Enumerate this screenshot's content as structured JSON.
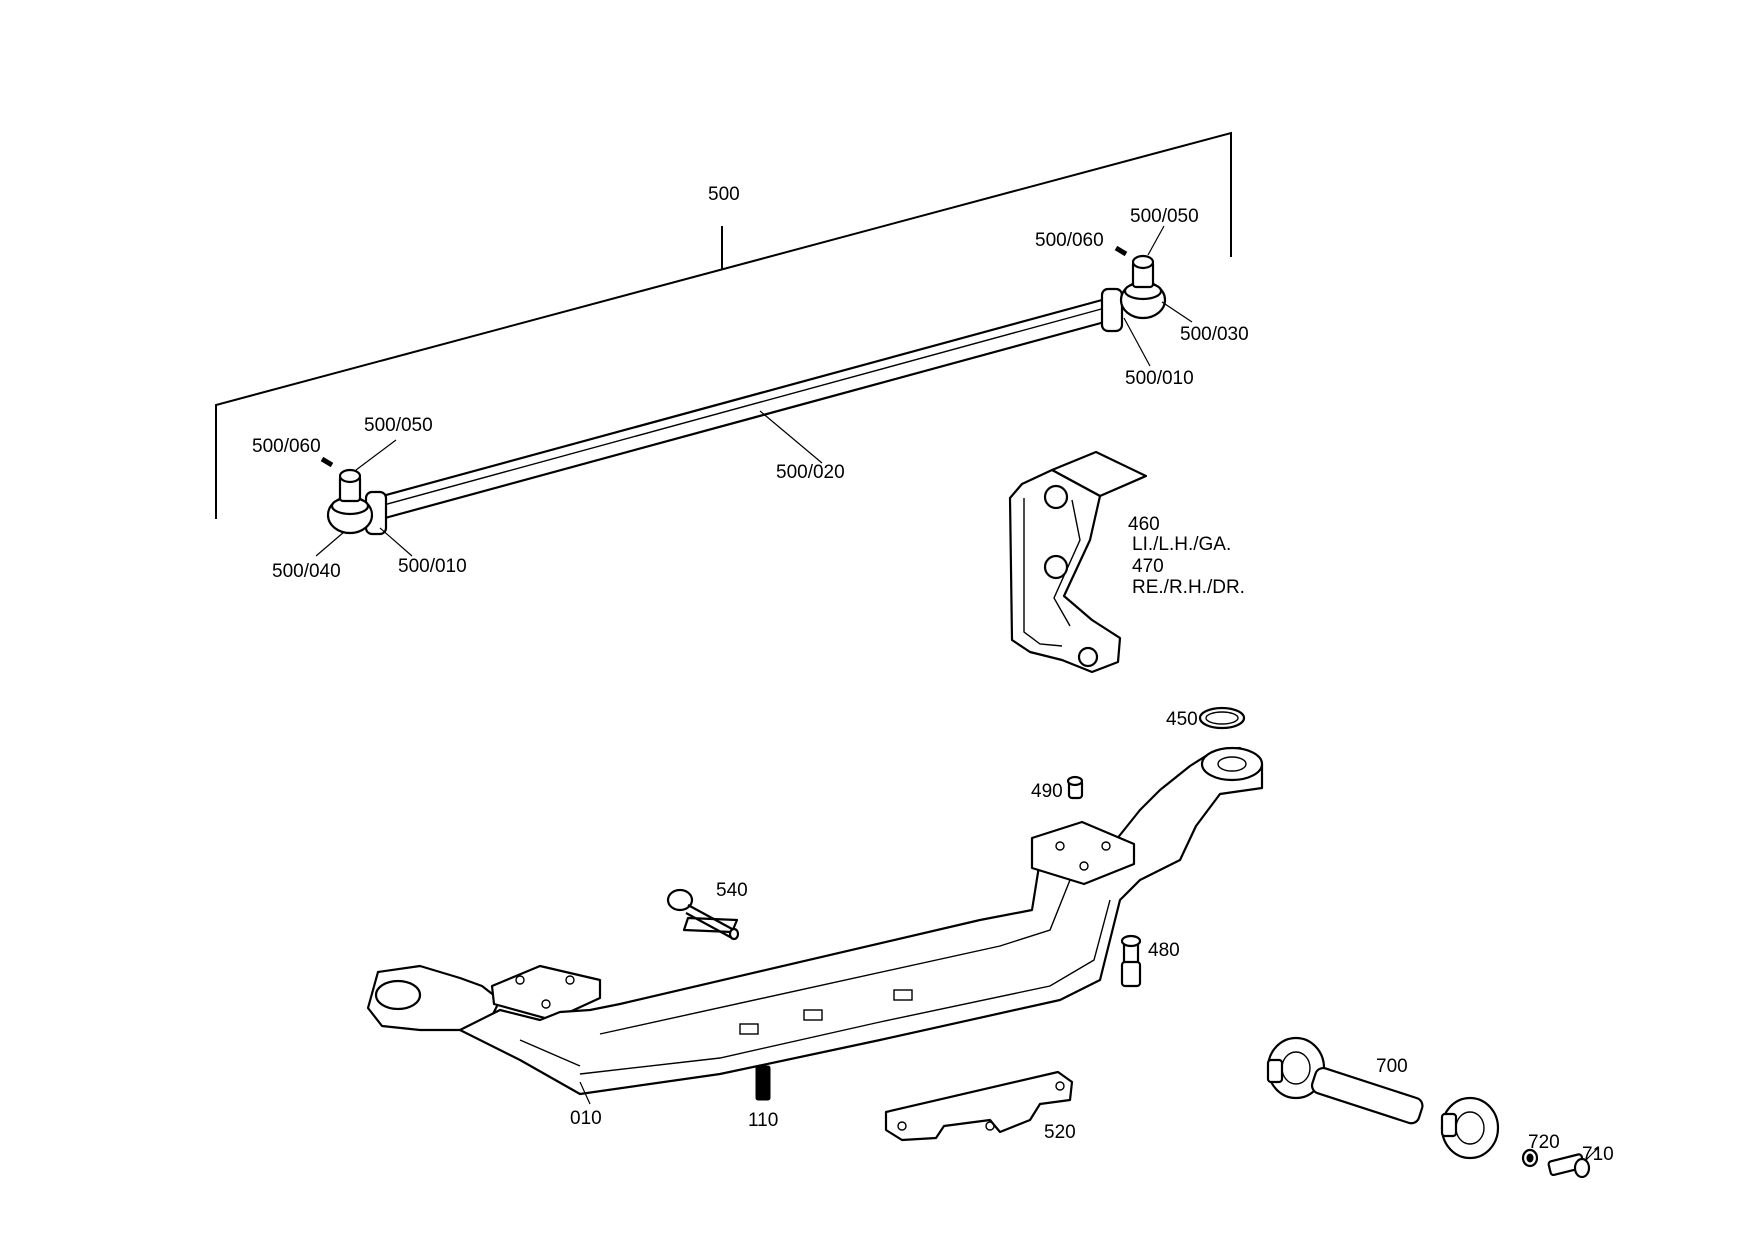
{
  "labels": {
    "l500": "500",
    "l500_050_r": "500/050",
    "l500_060_r": "500/060",
    "l500_030": "500/030",
    "l500_010_r": "500/010",
    "l500_050_l": "500/050",
    "l500_060_l": "500/060",
    "l500_020": "500/020",
    "l500_040": "500/040",
    "l500_010_l": "500/010",
    "l460": "460",
    "l460_text": "LI./L.H./GA.",
    "l470": "470",
    "l470_text": "RE./R.H./DR.",
    "l450": "450",
    "l490": "490",
    "l540": "540",
    "l480": "480",
    "l010": "010",
    "l110": "110",
    "l520": "520",
    "l700": "700",
    "l720": "720",
    "l710": "710"
  }
}
